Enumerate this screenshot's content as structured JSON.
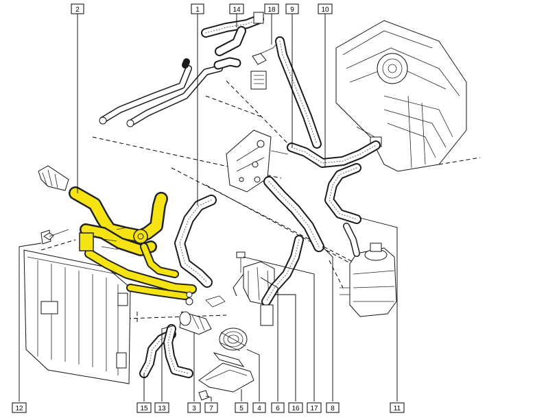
{
  "diagram": {
    "highlight_color": "#f5e313",
    "callouts_top": [
      "2",
      "1",
      "14",
      "18",
      "9",
      "10"
    ],
    "callouts_bottom": [
      "12",
      "15",
      "13",
      "3",
      "7",
      "5",
      "4",
      "6",
      "16",
      "17",
      "8",
      "11"
    ],
    "components": [
      {
        "label": "2",
        "icon": "hose-assembly-icon",
        "highlighted": true
      },
      {
        "label": "1",
        "icon": "hose-icon"
      },
      {
        "label": "14",
        "icon": "bleed-pipe-icon"
      },
      {
        "label": "18",
        "icon": "temperature-sensor-icon"
      },
      {
        "label": "9",
        "icon": "hose-icon"
      },
      {
        "label": "10",
        "icon": "heater-unit-icon"
      },
      {
        "label": "12",
        "icon": "radiator-icon"
      },
      {
        "label": "8",
        "icon": "expansion-tank-hose-icon"
      },
      {
        "label": "11",
        "icon": "expansion-tank-icon"
      }
    ]
  }
}
